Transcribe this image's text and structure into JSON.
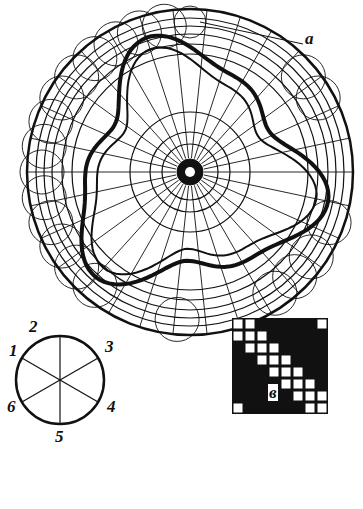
{
  "diagram": {
    "labels": [
      "a",
      "2",
      "1",
      "3",
      "6",
      "4",
      "5",
      "в"
    ]
  }
}
